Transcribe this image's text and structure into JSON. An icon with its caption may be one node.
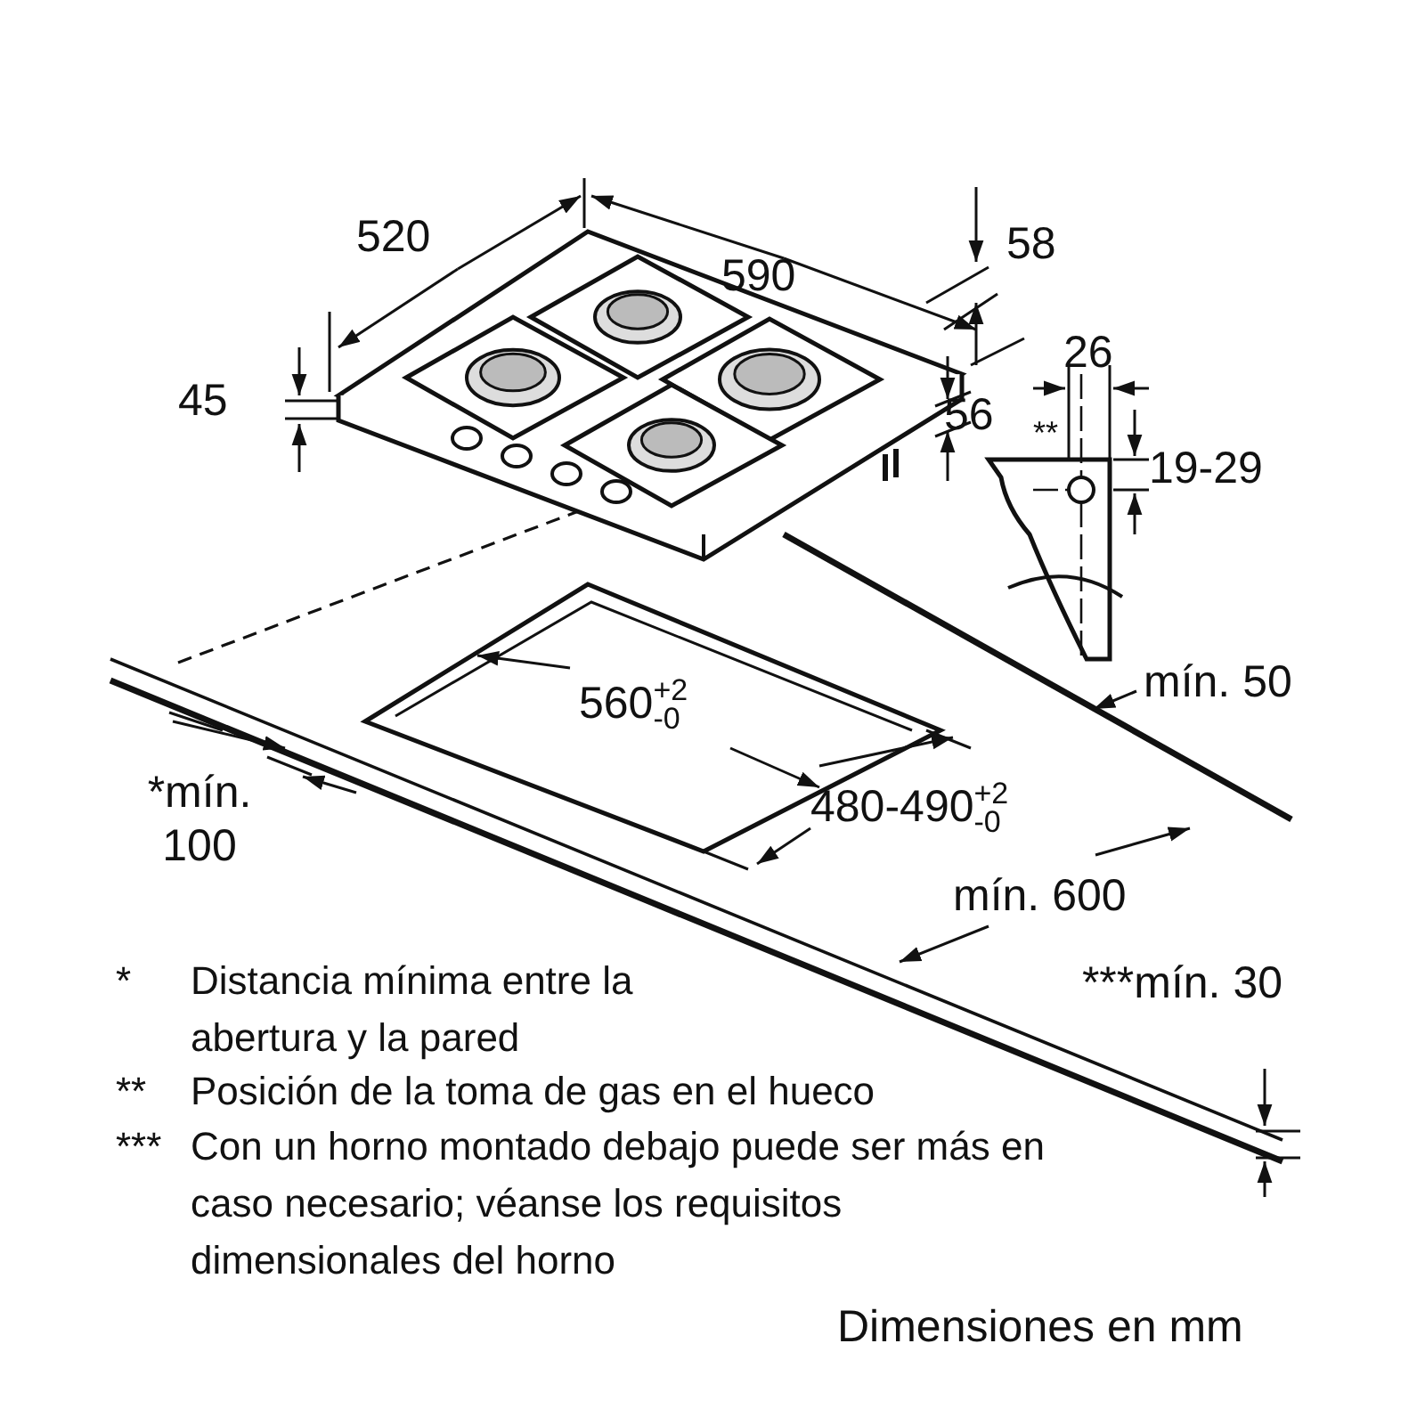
{
  "diagram": {
    "labels": [
      "520",
      "590",
      "58",
      "45",
      "26",
      "56",
      "**",
      "19-29",
      "560$^{+2}$$_{-0}$",
      "mín. 50",
      "*mín. 100",
      "480-490$^{+2}$$_{-0}$",
      "mín. 600",
      "***mín. 30",
      "*",
      "Distancia mínima entre la abertura y la pared",
      "**",
      "Posición de la toma de gas en el hueco",
      "***",
      "Con un horno montado debajo puede ser más en caso necesario; véanse los requisitos dimensionales del horno",
      "Dimensiones en mm"
    ]
  }
}
